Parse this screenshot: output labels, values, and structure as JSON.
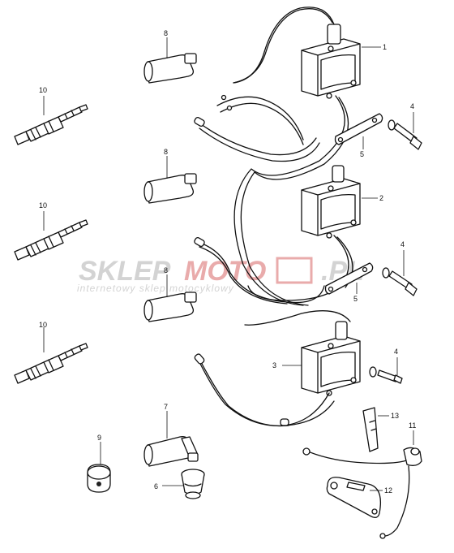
{
  "callouts": {
    "c1": "1",
    "c2": "2",
    "c3": "3",
    "c4a": "4",
    "c4b": "4",
    "c4c": "4",
    "c5a": "5",
    "c5b": "5",
    "c6": "6",
    "c7": "7",
    "c8a": "8",
    "c8b": "8",
    "c8c": "8",
    "c9": "9",
    "c10a": "10",
    "c10b": "10",
    "c10c": "10",
    "c11": "11",
    "c12": "12",
    "c13": "13"
  },
  "watermark": {
    "brand_left": "SKLEP",
    "brand_mid": "MOTO",
    "brand_right": ".PL",
    "tagline": "internetowy sklep motocyklowy"
  },
  "colors": {
    "watermark_gray": "#c9c9c9",
    "watermark_red": "#e8a0a0"
  }
}
